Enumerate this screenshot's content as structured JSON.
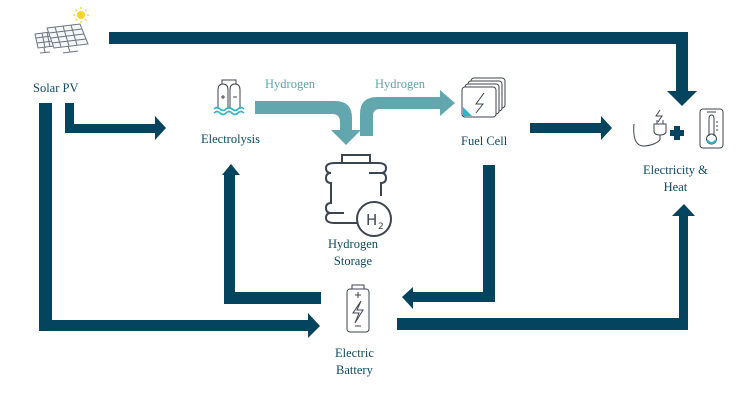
{
  "colors": {
    "dark_arrow": "#05445e",
    "hydrogen_arrow": "#63a7ae",
    "icon_stroke": "#3c4450",
    "accent_teal": "#2fb6c4",
    "sun": "#f5d61a"
  },
  "nodes": {
    "solar_pv": {
      "label": "Solar PV",
      "icon": "solar-panel-icon"
    },
    "electrolysis": {
      "label": "Electrolysis",
      "icon": "electrolyzer-icon"
    },
    "hydrogen_storage": {
      "label_line1": "Hydrogen",
      "label_line2": "Storage",
      "icon": "hydrogen-tank-icon",
      "badge": "H",
      "badge_sub": "2"
    },
    "fuel_cell": {
      "label": "Fuel Cell",
      "icon": "fuel-cell-icon"
    },
    "electricity_heat": {
      "label_line1": "Electricity &",
      "label_line2": "Heat",
      "icons": [
        "plug-icon",
        "plus-icon",
        "thermometer-icon"
      ]
    },
    "electric_battery": {
      "label_line1": "Electric",
      "label_line2": "Battery",
      "icon": "battery-icon"
    }
  },
  "flows": [
    {
      "from": "Solar PV",
      "to": "Electricity & Heat",
      "type": "energy"
    },
    {
      "from": "Solar PV",
      "to": "Electrolysis",
      "type": "energy"
    },
    {
      "from": "Solar PV",
      "to": "Electric Battery",
      "type": "energy"
    },
    {
      "from": "Electrolysis",
      "to": "Hydrogen Storage",
      "type": "hydrogen",
      "label": "Hydrogen"
    },
    {
      "from": "Hydrogen Storage",
      "to": "Fuel Cell",
      "type": "hydrogen",
      "label": "Hydrogen"
    },
    {
      "from": "Fuel Cell",
      "to": "Electricity & Heat",
      "type": "energy"
    },
    {
      "from": "Fuel Cell",
      "to": "Electric Battery",
      "type": "energy"
    },
    {
      "from": "Electric Battery",
      "to": "Electrolysis",
      "type": "energy"
    },
    {
      "from": "Electric Battery",
      "to": "Electricity & Heat",
      "type": "energy"
    }
  ]
}
